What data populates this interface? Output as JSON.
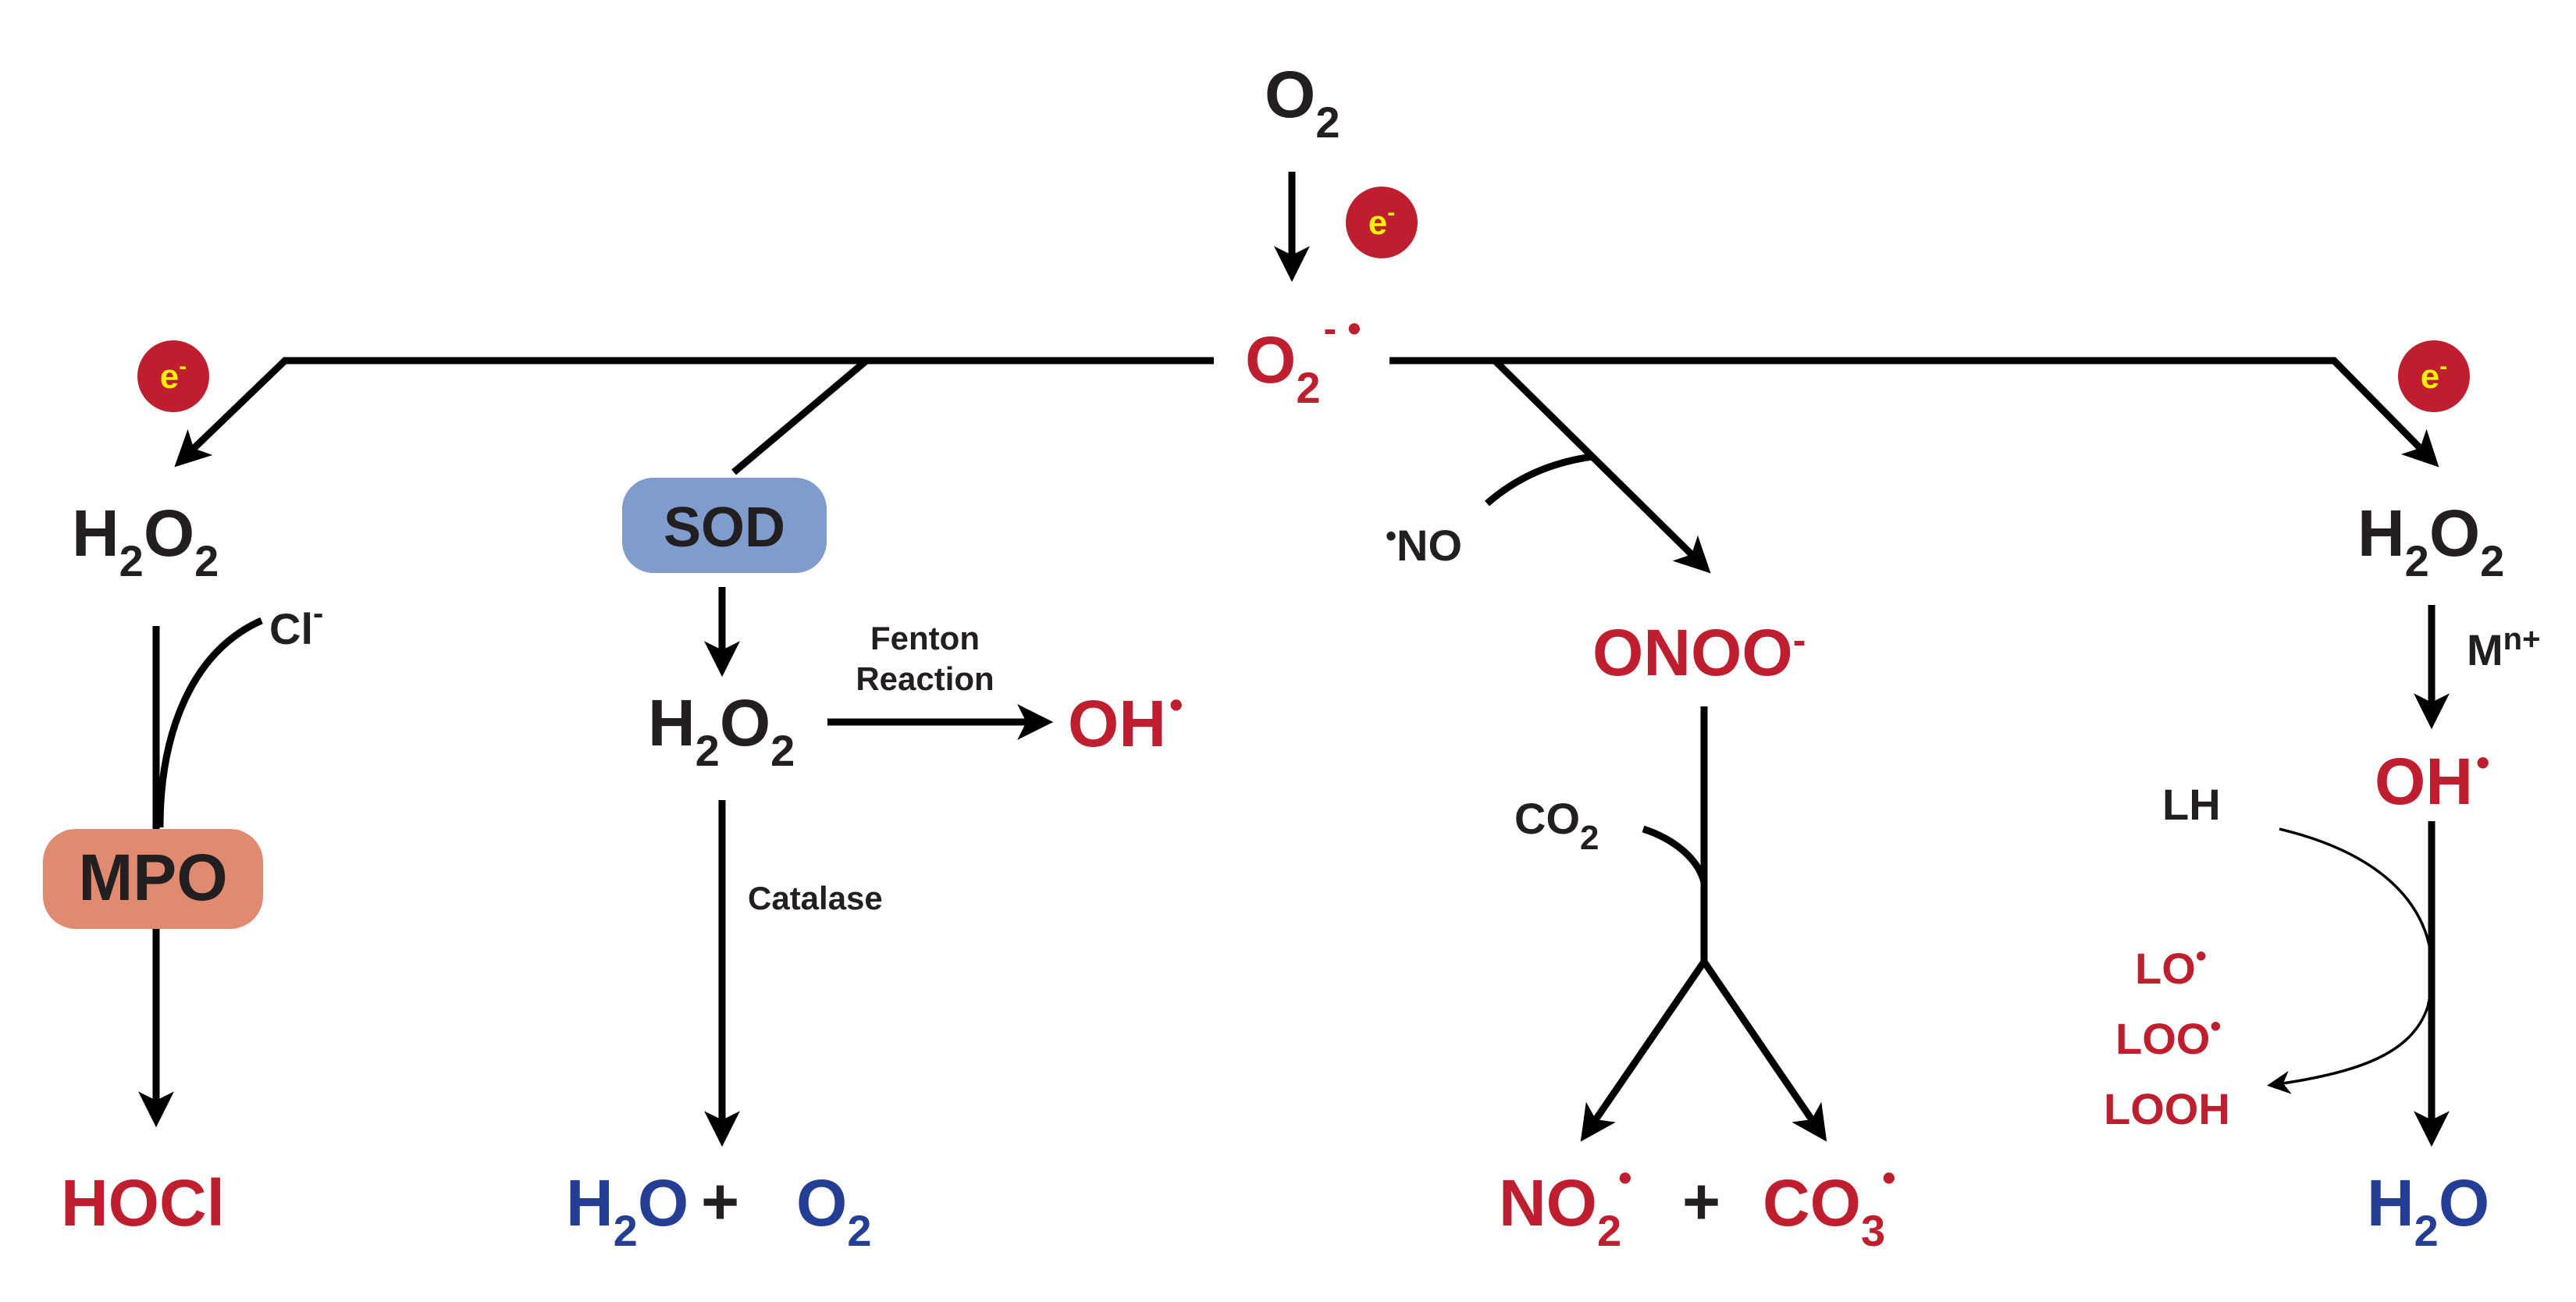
{
  "top": {
    "oxygen": {
      "base": "O",
      "sub": "2"
    },
    "electron_label": "e",
    "electron_charge": "-",
    "superoxide": {
      "base": "O",
      "sub": "2",
      "sup": "-",
      "radical": "•"
    }
  },
  "branch_mpo": {
    "h2o2": [
      "H",
      "2",
      "O",
      "2"
    ],
    "chloride": {
      "base": "Cl",
      "sup": "-"
    },
    "enzyme": "MPO",
    "product": "HOCl"
  },
  "branch_sod": {
    "enzyme": "SOD",
    "h2o2": [
      "H",
      "2",
      "O",
      "2"
    ],
    "fenton_line1": "Fenton",
    "fenton_line2": "Reaction",
    "hydroxyl": {
      "base": "OH",
      "radical": "•"
    },
    "catalase": "Catalase",
    "water": [
      "H",
      "2",
      "O"
    ],
    "plus": "+",
    "oxygen": [
      "O",
      "2"
    ]
  },
  "branch_peroxynitrite": {
    "nitric_oxide": {
      "radical": "•",
      "base": "NO"
    },
    "peroxynitrite": {
      "base": "ONOO",
      "sup": "-"
    },
    "co2": [
      "CO",
      "2"
    ],
    "nitrogen_dioxide": {
      "base": "NO",
      "sub": "2",
      "radical": "•"
    },
    "plus": "+",
    "carbonate": {
      "base": "CO",
      "sub": "3",
      "radical": "•"
    }
  },
  "branch_metal": {
    "h2o2": [
      "H",
      "2",
      "O",
      "2"
    ],
    "metal": {
      "base": "M",
      "sup": "n+"
    },
    "hydroxyl": {
      "base": "OH",
      "radical": "•"
    },
    "lipid": "LH",
    "lipid_products": [
      "LO",
      "LOO",
      "LOOH"
    ],
    "lipid_radicals": [
      "•",
      "•"
    ],
    "water": [
      "H",
      "2",
      "O"
    ]
  },
  "colors": {
    "black": "#231f20",
    "red": "#be1e2d",
    "blue": "#233e94",
    "sod_box": "#7f9ccc",
    "mpo_box": "#e08a70",
    "electron_badge": "#be1e2d",
    "electron_text": "#fff200"
  }
}
